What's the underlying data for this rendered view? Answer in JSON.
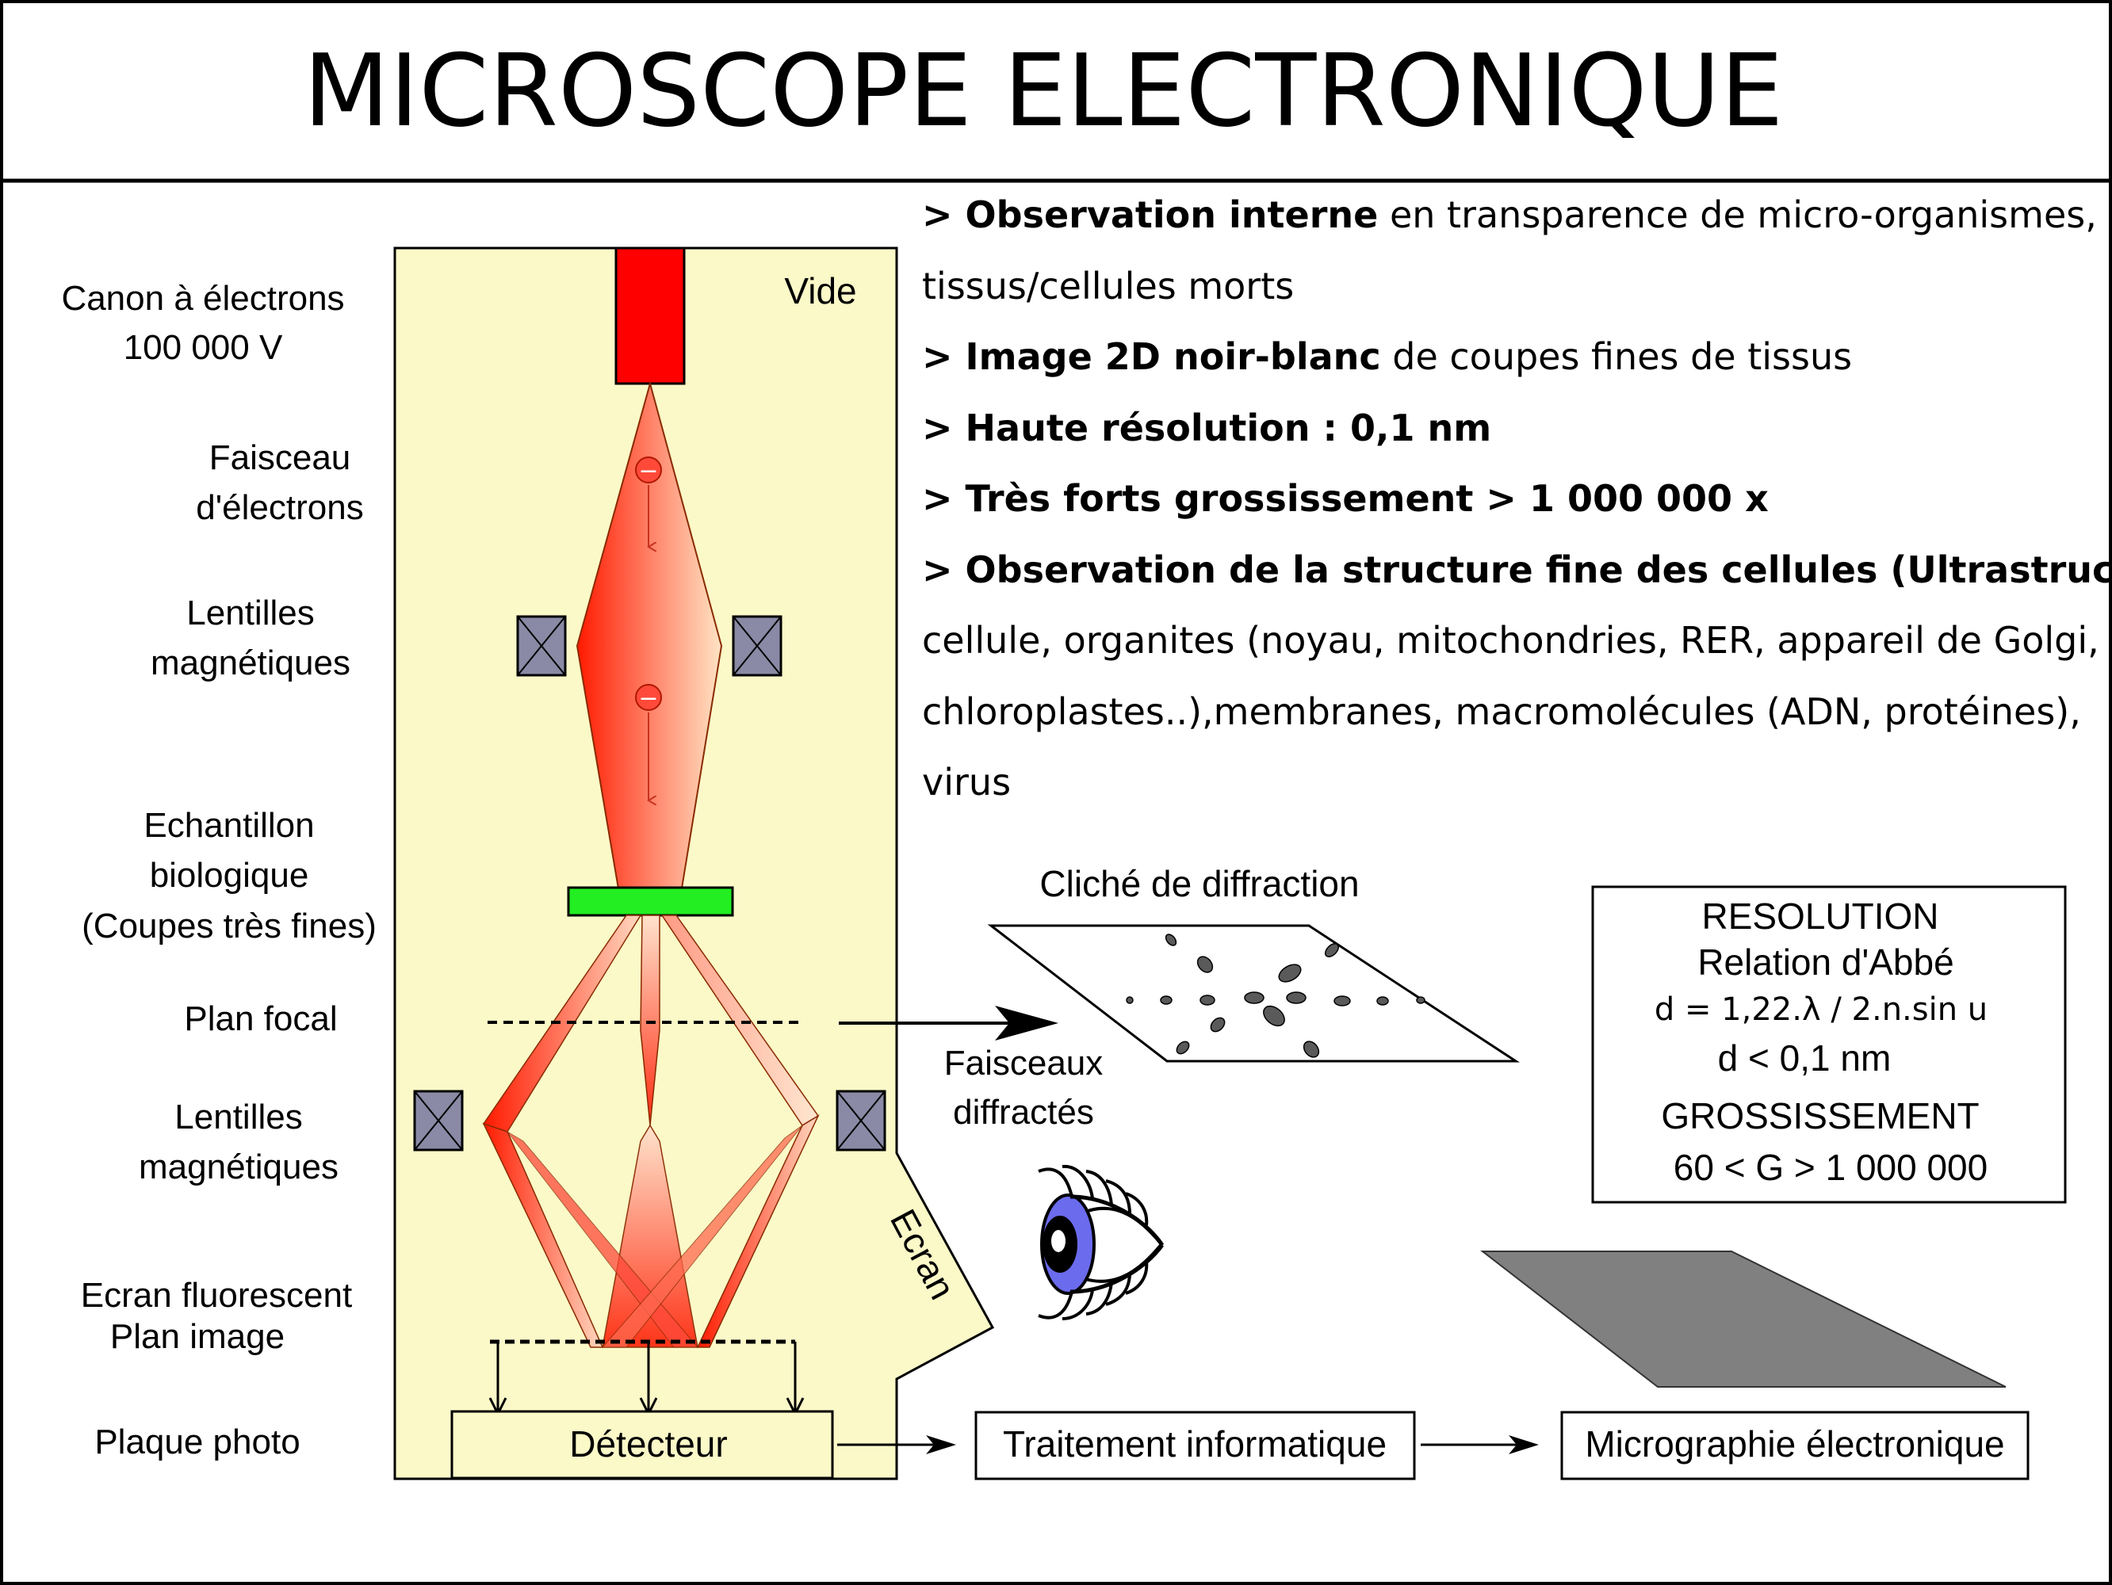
{
  "title": "MICROSCOPE ELECTRONIQUE",
  "labels": {
    "canon_line1": "Canon à électrons",
    "canon_line2": "100 000 V",
    "faisceau_line1": "Faisceau",
    "faisceau_line2": "d'électrons",
    "lentilles1_line1": "Lentilles",
    "lentilles1_line2": "magnétiques",
    "echantillon_line1": "Echantillon",
    "echantillon_line2": "biologique",
    "echantillon_line3": "(Coupes très fines)",
    "plan_focal": "Plan focal",
    "lentilles2_line1": "Lentilles",
    "lentilles2_line2": "magnétiques",
    "ecran_fluo_line1": "Ecran fluorescent",
    "ecran_fluo_line2": "Plan image",
    "plaque_photo": "Plaque photo",
    "vide": "Vide",
    "ecran": "Ecran",
    "detecteur": "Détecteur",
    "cliche": "Cliché de diffraction",
    "faisceaux_line1": "Faisceaux",
    "faisceaux_line2": "diffractés",
    "traitement": "Traitement informatique",
    "micrographie": "Micrographie électronique"
  },
  "bullets": {
    "b1_bold": "> Observation interne",
    "b1_rest": " en transparence de micro-organismes,",
    "b1_line2": "tissus/cellules morts",
    "b2_bold": "> Image 2D noir-blanc",
    "b2_rest": " de coupes fines de tissus",
    "b3": "> Haute résolution : 0,1 nm",
    "b4": "> Très forts grossissement > 1 000 000 x",
    "b5": "> Observation de la structure fine des cellules (Ultrastructure) :",
    "b5_line2": "cellule, organites (noyau, mitochondries, RER, appareil de Golgi,",
    "b5_line3": "chloroplastes..),membranes, macromolécules (ADN, protéines),",
    "b5_line4": "virus"
  },
  "resolution_box": {
    "title": "RESOLUTION",
    "subtitle": "Relation d'Abbé",
    "formula": "d = 1,22.λ / 2.n.sin u",
    "limit": "d < 0,1 nm",
    "gross_title": "GROSSISSEMENT",
    "gross_range": "60  < G >  1 000 000"
  },
  "electron_symbol": "−",
  "colors": {
    "column_fill": "#fbf9c8",
    "gun_red": "#ff0000",
    "sample_green": "#22ee22",
    "eye_iris": "#6b6bee",
    "screen_gray": "#808080",
    "lens_fill": "#8a8aa6"
  }
}
